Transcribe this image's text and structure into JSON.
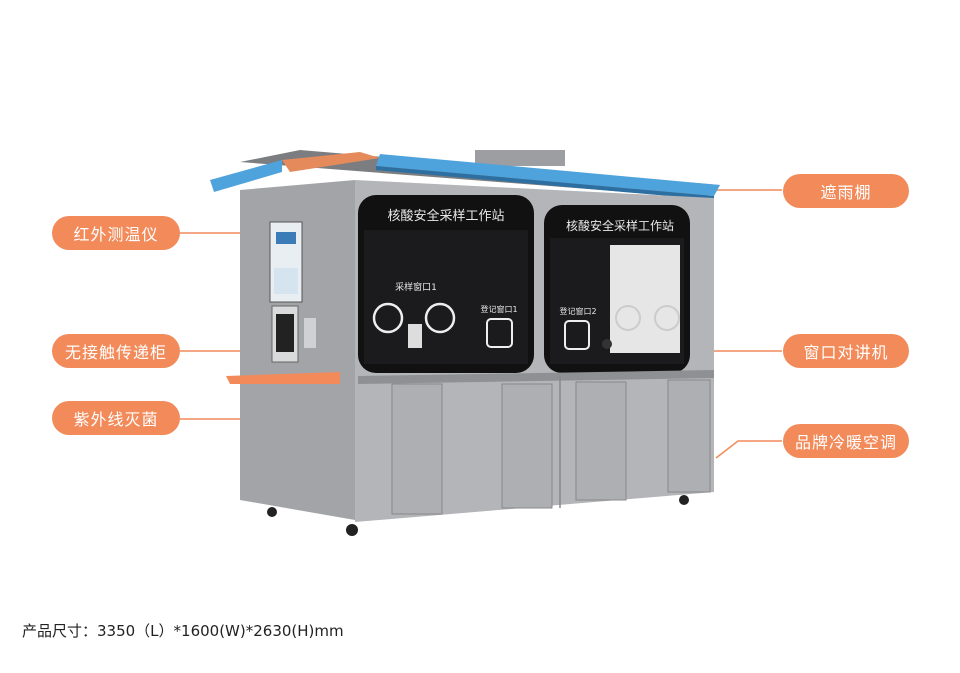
{
  "callouts": {
    "rain_shelter": "遮雨棚",
    "thermometer": "红外测温仪",
    "no_contact_cabinet": "无接触传递柜",
    "uv_sterilize": "紫外线灭菌",
    "intercom": "窗口对讲机",
    "air_conditioner": "品牌冷暖空调"
  },
  "booth": {
    "window_left_title": "核酸安全采样工作站",
    "window_right_title": "核酸安全采样工作站",
    "sample_window_1": "采样窗口1",
    "register_window_1": "登记窗口1",
    "register_window_2": "登记窗口2"
  },
  "footer": {
    "dimensions": "产品尺寸：3350（L）*1600(W)*2630(H)mm"
  },
  "colors": {
    "accent": "#f28a5a",
    "body_gray": "#a9aaad",
    "roof_blue": "#4ea3dc"
  }
}
